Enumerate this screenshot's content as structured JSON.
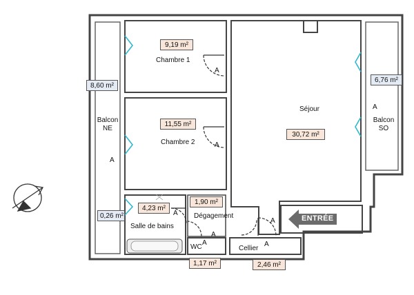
{
  "rooms": {
    "chambre1": {
      "name": "Chambre 1",
      "area": "9,19 m²"
    },
    "chambre2": {
      "name": "Chambre 2",
      "area": "11,55 m²"
    },
    "sejour": {
      "name": "Séjour",
      "area": "30,72 m²"
    },
    "sdb": {
      "name": "Salle de bains",
      "area": "4,23 m²"
    },
    "degagement": {
      "name": "Dégagement",
      "area": "1,90 m²"
    },
    "wc": {
      "name": "WC",
      "area": "1,17 m²"
    },
    "cellier": {
      "name": "Cellier",
      "area": "2,46 m²"
    }
  },
  "exterior": {
    "balcon_ne": {
      "name_line1": "Balcon",
      "name_line2": "NE",
      "area": "8,60 m²"
    },
    "balcon_so": {
      "name_line1": "Balcon",
      "name_line2": "SO",
      "area": "6,76 m²"
    },
    "small_balcony": {
      "area": "0,26 m²"
    }
  },
  "door_marker": "A",
  "entrance": {
    "label": "ENTRÉE"
  },
  "colors": {
    "wall": "#444444",
    "window": "#2fb8cc",
    "room_tag": "#f7e6d9",
    "exterior_tag": "#e4ebf4",
    "entrance_arrow": "#6b6b6b"
  }
}
